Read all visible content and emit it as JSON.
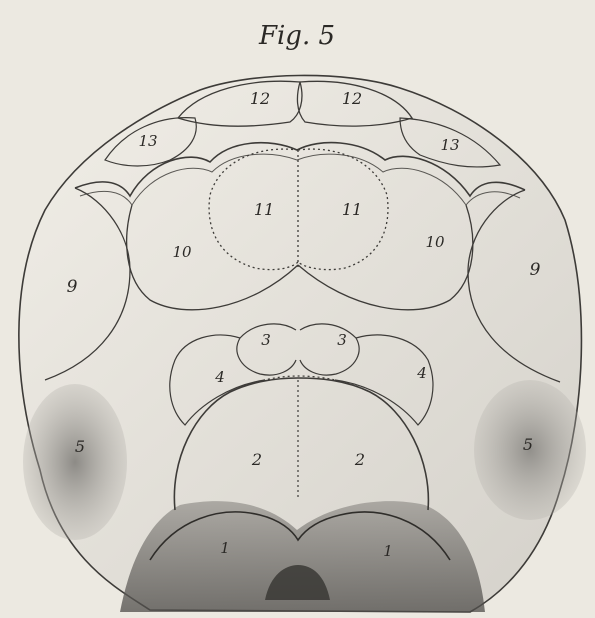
{
  "figure": {
    "title": "Fig. 5",
    "labels": {
      "l1": "1",
      "r1": "1",
      "l2": "2",
      "r2": "2",
      "l3": "3",
      "r3": "3",
      "l4": "4",
      "r4": "4",
      "l5": "5",
      "r5": "5",
      "l9": "9",
      "r9": "9",
      "l10": "10",
      "r10": "10",
      "l11": "11",
      "r11": "11",
      "l12": "12",
      "r12": "12",
      "l13": "13",
      "r13": "13"
    }
  },
  "colors": {
    "paper": "#ece9e1",
    "ink": "#2b2926",
    "shade": "#8c8a86"
  }
}
